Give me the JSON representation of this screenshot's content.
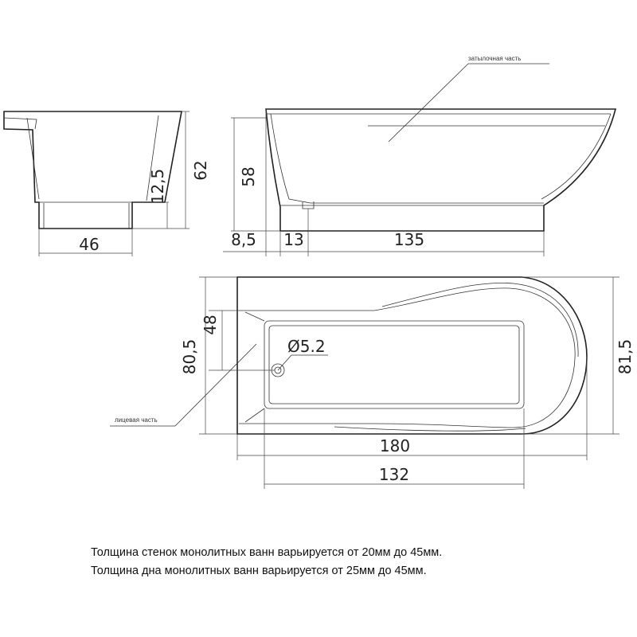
{
  "callouts": {
    "back_part": "затылочная часть",
    "front_part": "лицевая часть"
  },
  "dimensions": {
    "side_width": "46",
    "side_height": "62",
    "side_base": "12,5",
    "front_height": "58",
    "front_base_offset": "8,5",
    "front_drain_offset": "13",
    "front_base_length": "135",
    "top_inner_depth": "48",
    "top_left_width": "80,5",
    "drain_diameter": "Ø5.2",
    "top_right_width": "81,5",
    "total_length": "180",
    "inner_length": "132"
  },
  "notes": {
    "wall_thickness": "Толщина стенок монолитных ванн варьируется от 20мм до 45мм.",
    "bottom_thickness": "Толщина дна монолитных ванн варьируется от 25мм до 45мм."
  }
}
